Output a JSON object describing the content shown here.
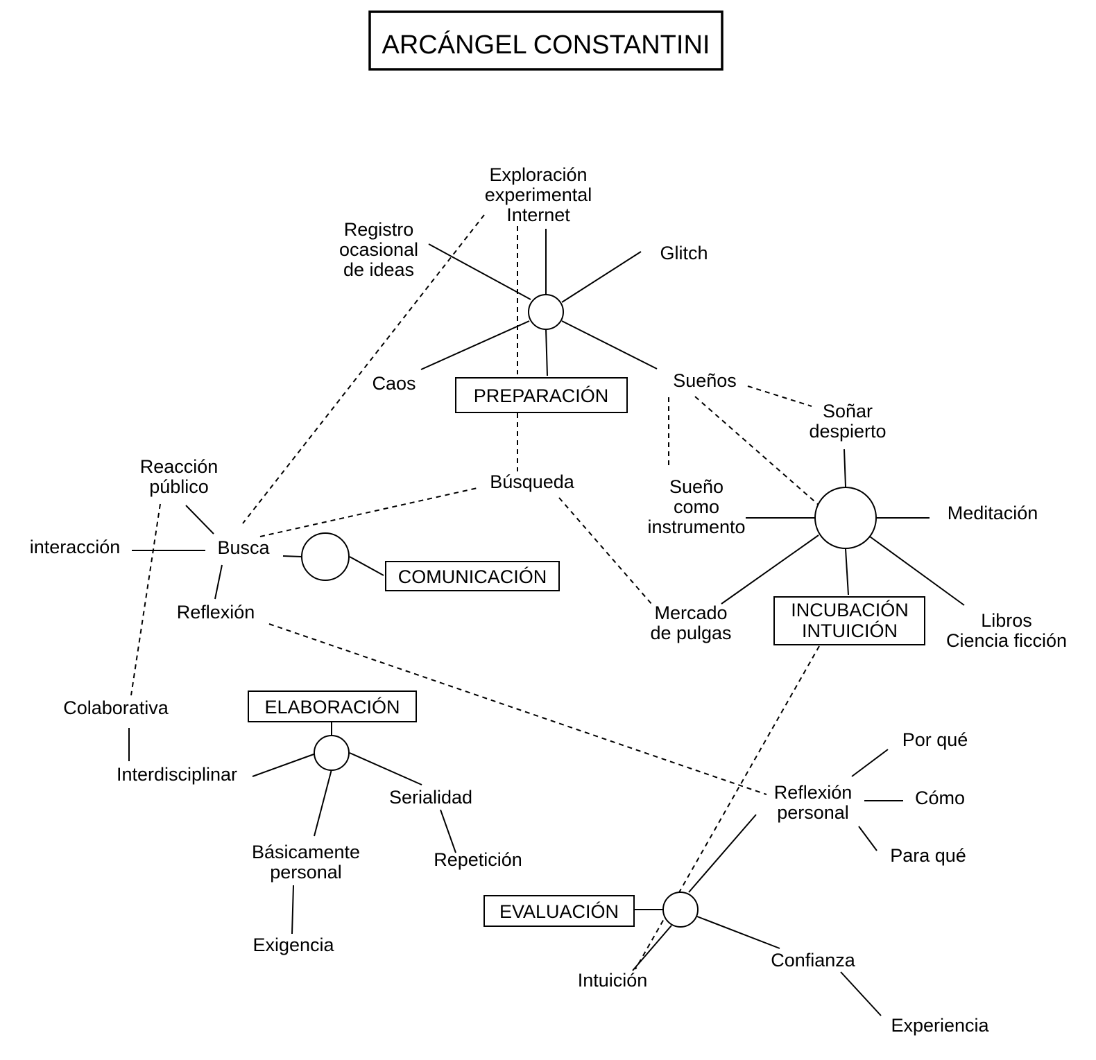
{
  "title": "ARCÁNGEL CONSTANTINI",
  "stages": {
    "preparacion": "PREPARACIÓN",
    "comunicacion": "COMUNICACIÓN",
    "incubacion": [
      "INCUBACIÓN",
      "INTUICIÓN"
    ],
    "elaboracion": "ELABORACIÓN",
    "evaluacion": "EVALUACIÓN"
  },
  "labels": {
    "exploracion": [
      "Exploración",
      "experimental",
      "Internet"
    ],
    "registro": [
      "Registro",
      "ocasional",
      "de ideas"
    ],
    "glitch": "Glitch",
    "caos": "Caos",
    "suenos": "Sueños",
    "sonar_despierto": [
      "Soñar",
      "despierto"
    ],
    "sueno_instrumento": [
      "Sueño",
      "como",
      "instrumento"
    ],
    "meditacion": "Meditación",
    "mercado": [
      "Mercado",
      "de pulgas"
    ],
    "libros": [
      "Libros",
      "Ciencia ficción"
    ],
    "busqueda": "Búsqueda",
    "reaccion": [
      "Reacción",
      "público"
    ],
    "interaccion": "interacción",
    "busca": "Busca",
    "reflexion": "Reflexión",
    "colaborativa": "Colaborativa",
    "interdisciplinar": "Interdisciplinar",
    "basicamente": [
      "Básicamente",
      "personal"
    ],
    "exigencia": "Exigencia",
    "serialidad": "Serialidad",
    "repeticion": "Repetición",
    "reflexion_personal": [
      "Reflexión",
      "personal"
    ],
    "por_que": "Por qué",
    "como": "Cómo",
    "para_que": "Para qué",
    "intuicion": "Intuición",
    "confianza": "Confianza",
    "experiencia": "Experiencia"
  }
}
